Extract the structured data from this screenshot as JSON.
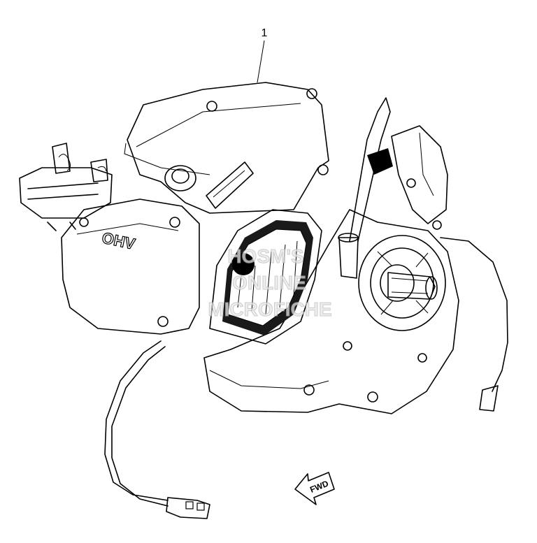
{
  "callout": {
    "number": "1"
  },
  "engine": {
    "cover_mark": "OHV"
  },
  "arrow": {
    "label": "FWD"
  },
  "watermark": {
    "line1": "HOSM'S",
    "line2": "ONLINE",
    "line3": "MICROFICHE"
  }
}
